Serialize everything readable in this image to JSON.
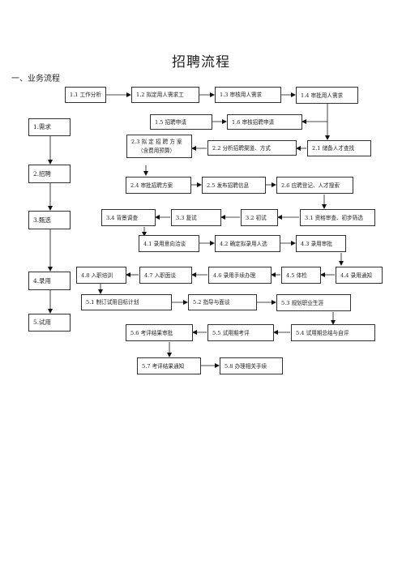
{
  "title": "招聘流程",
  "section": "一、业务流程",
  "stages": [
    "1.需求",
    "2.招聘",
    "3.甄选",
    "4.录用",
    "5.试用"
  ],
  "steps": {
    "s1_1": "1.1 工作分析",
    "s1_2": "1.2 拟定用人需求工",
    "s1_3": "1.3 审核用人需求",
    "s1_4": "1.4 审批用人需求",
    "s1_5": "1.5 招聘申请",
    "s1_6": "1.6 审核招聘申请",
    "s2_3_line1": "2.3  拟 定 招 聘 方 案",
    "s2_3_line2": "（含费用预算）",
    "s2_2": "2.2 分析招聘渠道、方式",
    "s2_1": "2.1 储备人才查找",
    "s2_4": "2.4 审批招聘方案",
    "s2_5": "2.5 发布招聘信息",
    "s2_6": "2.6 应聘登记、人才搜索",
    "s3_4": "3.4 背景调查",
    "s3_3": "3.3 复试",
    "s3_2": "3.2 初试",
    "s3_1": "3.1 资格审查、初步筛选",
    "s4_1": "4.1 录用意向洽谈",
    "s4_2": "4.2 确定拟录用人选",
    "s4_3": "4.3 录用审批",
    "s4_8": "4.8 入职培训",
    "s4_7": "4.7 入职面谈",
    "s4_6": "4.6 录用手续办理",
    "s4_5": "4.5 体检",
    "s4_4": "4.4 录用通知",
    "s5_1": "5.1 制订试用目标计划",
    "s5_2": "5.2 指导与面谈",
    "s5_3": "5.3 规划职业生涯",
    "s5_6": "5.6 考评结果审批",
    "s5_5": "5.5 试用期考评",
    "s5_4": "5.4 试用期总结与自评",
    "s5_7": "5.7 考评结果通知",
    "s5_8": "5.8 办理相关手续"
  }
}
